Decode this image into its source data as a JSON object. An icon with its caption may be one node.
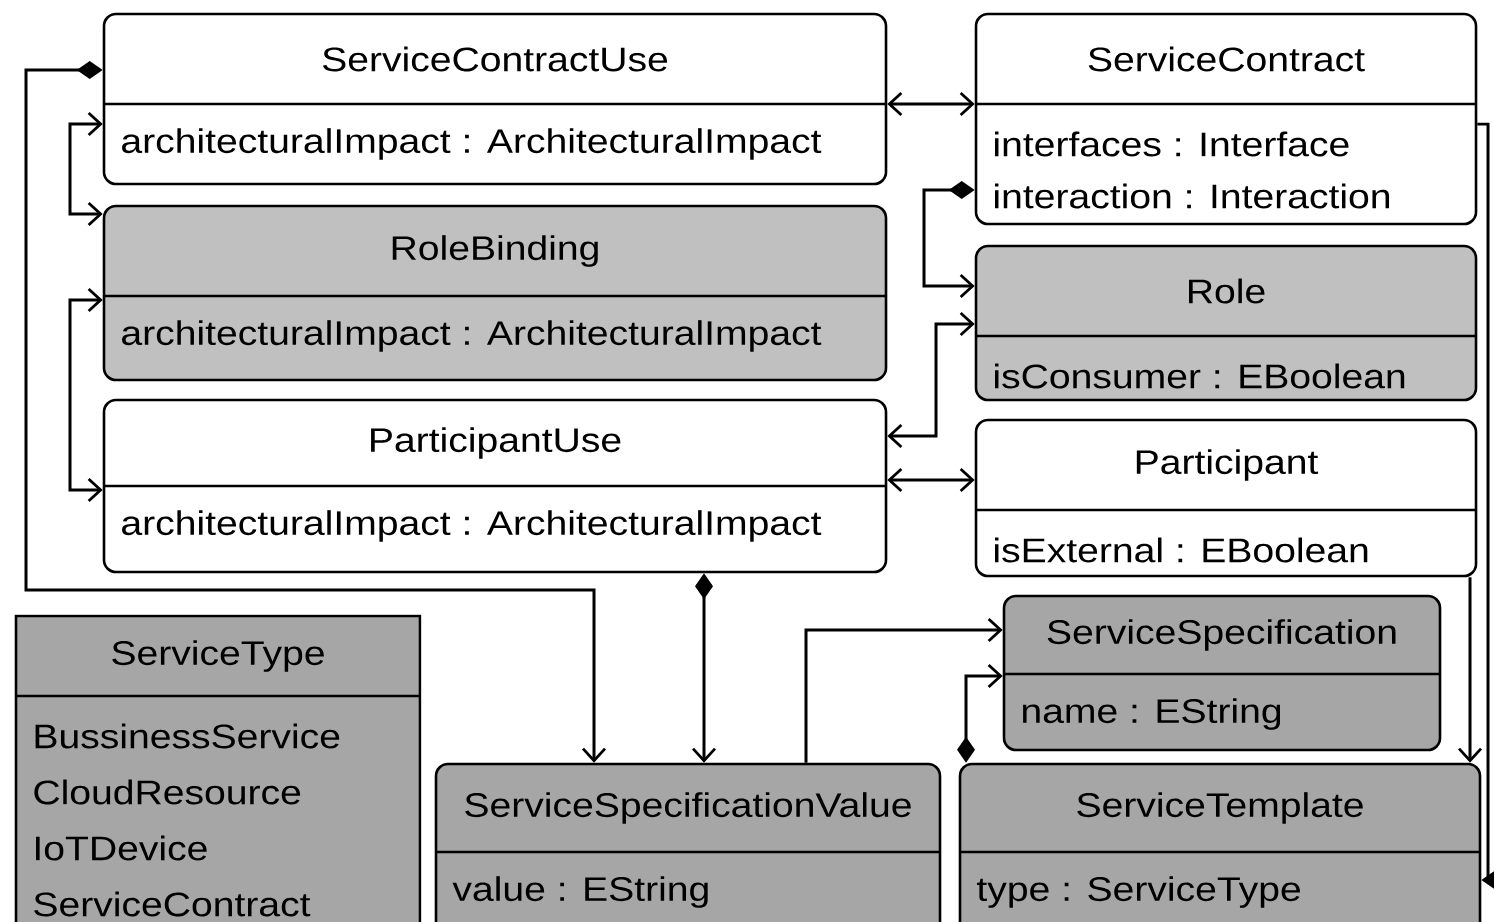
{
  "diagram": {
    "nodes": [
      {
        "text": [
          "ServiceContractUse",
          "architecturalImpact : ArchitecturalImpact"
        ]
      },
      {
        "text": [
          "ServiceContract",
          "interfaces : Interface",
          "interaction : Interaction"
        ]
      },
      {
        "text": [
          "RoleBinding",
          "architecturalImpact : ArchitecturalImpact"
        ]
      },
      {
        "text": [
          "Role",
          "isConsumer : EBoolean"
        ]
      },
      {
        "text": [
          "ParticipantUse",
          "architecturalImpact : ArchitecturalImpact"
        ]
      },
      {
        "text": [
          "Participant",
          "isExternal : EBoolean"
        ]
      },
      {
        "text": [
          "ServiceType",
          "BussinessService",
          "CloudResource",
          "IoTDevice",
          "ServiceContract"
        ]
      },
      {
        "text": [
          "ServiceSpecification",
          "name : EString"
        ]
      },
      {
        "text": [
          "ServiceSpecificationValue",
          "value : EString"
        ]
      },
      {
        "text": [
          "ServiceTemplate",
          "type : ServiceType"
        ]
      }
    ],
    "edges": [
      {
        "from": 0,
        "to": 1,
        "arrow": "both"
      },
      {
        "from": 0,
        "to": 8,
        "arrow": "to"
      },
      {
        "from": 0,
        "to": 2,
        "arrow": "both"
      },
      {
        "from": 2,
        "to": 4,
        "arrow": "both"
      },
      {
        "from": 1,
        "to": 3,
        "arrow": "to"
      },
      {
        "from": 3,
        "to": 4,
        "arrow": "both"
      },
      {
        "from": 4,
        "to": 5,
        "arrow": "both"
      },
      {
        "from": 4,
        "to": 8,
        "arrow": "to"
      },
      {
        "from": 8,
        "to": 7,
        "arrow": "to"
      },
      {
        "from": 9,
        "to": 7,
        "arrow": "to"
      },
      {
        "from": 5,
        "to": 9,
        "arrow": "to"
      },
      {
        "from": 1,
        "to": 9,
        "arrow": "other"
      }
    ]
  }
}
